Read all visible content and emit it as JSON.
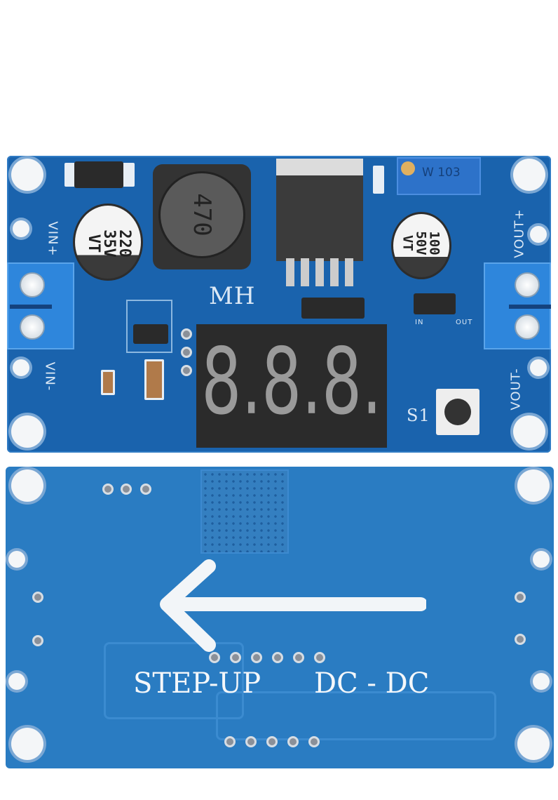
{
  "top_board": {
    "inductor_marking": "470",
    "input_cap_marking": [
      "220",
      "35V",
      "VT"
    ],
    "output_cap_marking": [
      "100",
      "50V",
      "VT"
    ],
    "trimpot_marking": "W 103",
    "brand_marking": "MH",
    "labels": {
      "vin_plus": "VIN+",
      "vin_minus": "VIN-",
      "vout_plus": "VOUT+",
      "vout_minus": "VOUT-",
      "in": "IN",
      "out": "OUT",
      "switch": "S1"
    },
    "display_value": "8.8.8."
  },
  "bottom_board": {
    "silk_text_left": "STEP-UP",
    "silk_text_right": "DC - DC",
    "arrow": "left-arrow"
  },
  "colors": {
    "pcb_top": "#1a63ad",
    "pcb_bottom": "#2a7cc2",
    "display_segments": "#9a9a9a"
  }
}
